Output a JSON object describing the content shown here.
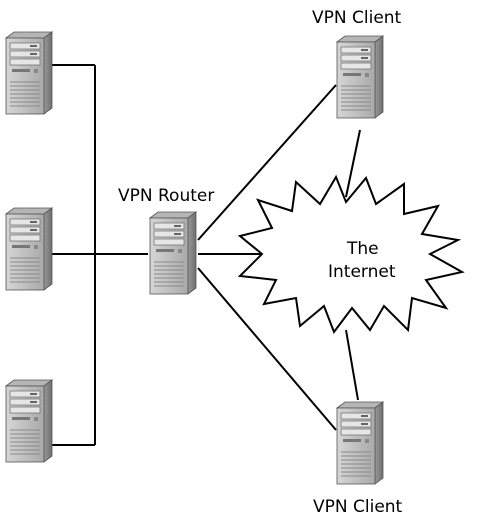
{
  "labels": {
    "vpn_router": "VPN Router",
    "vpn_client_top": "VPN Client",
    "vpn_client_bottom": "VPN Client",
    "internet_line1": "The",
    "internet_line2": "Internet"
  },
  "icons": {
    "server": "server-tower-icon",
    "cloud": "internet-cloud-icon"
  },
  "colors": {
    "line": "#000000",
    "server_face": "#c8c8c8",
    "server_side": "#8c8c8c",
    "background": "#ffffff"
  }
}
